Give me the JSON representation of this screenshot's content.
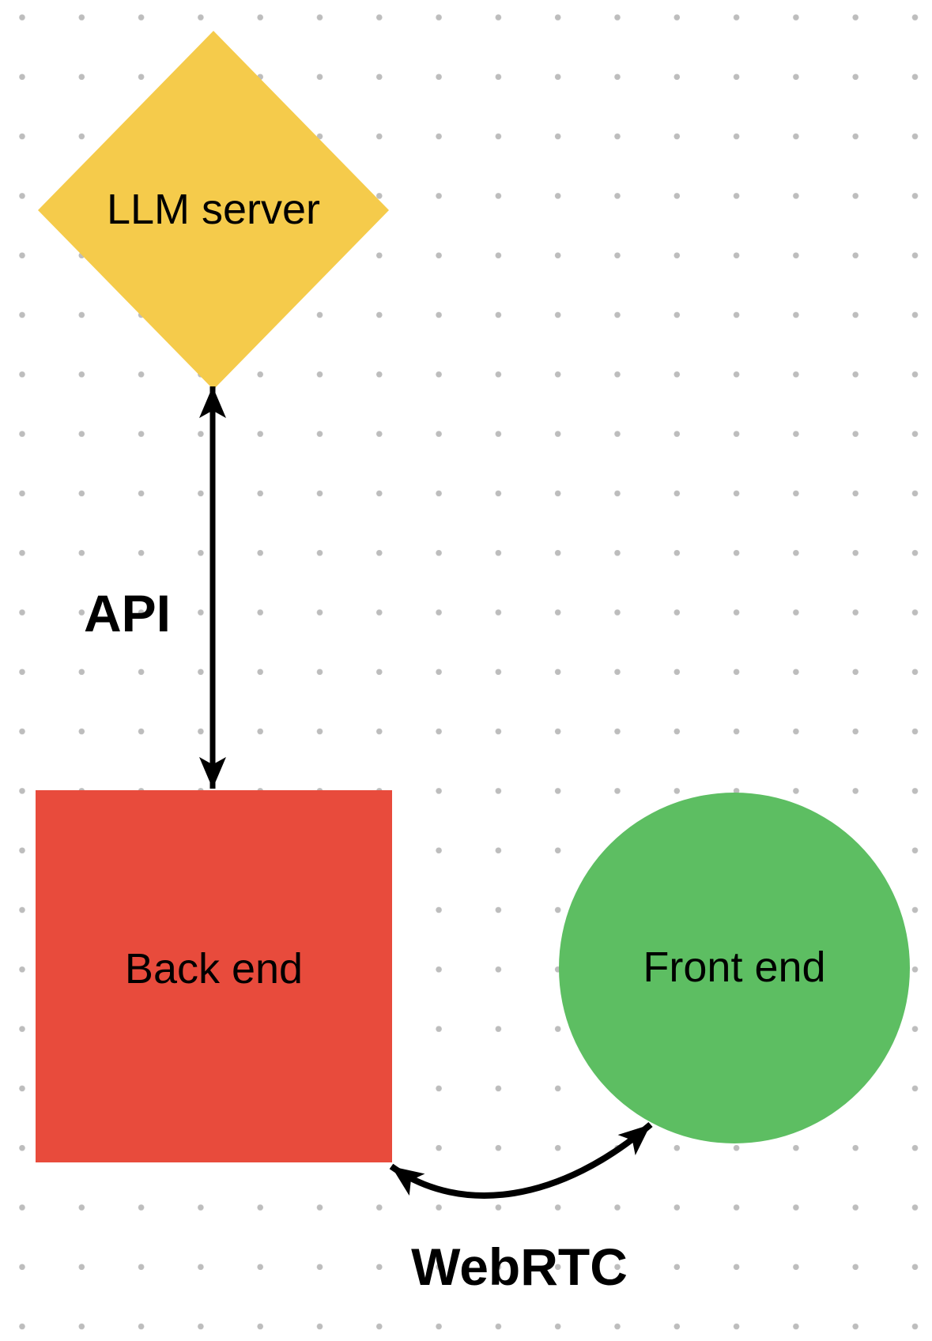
{
  "diagram": {
    "title": "",
    "nodes": [
      {
        "id": "llm-server",
        "shape": "diamond",
        "label": "LLM server",
        "fill": "#F5CB4B"
      },
      {
        "id": "back-end",
        "shape": "square",
        "label": "Back end",
        "fill": "#E84B3C"
      },
      {
        "id": "front-end",
        "shape": "circle",
        "label": "Front end",
        "fill": "#5DBE62"
      }
    ],
    "edges": [
      {
        "id": "api",
        "label": "API",
        "from": "llm-server",
        "to": "back-end",
        "direction": "bidirectional",
        "style": "straight"
      },
      {
        "id": "webrtc",
        "label": "WebRTC",
        "from": "back-end",
        "to": "front-end",
        "direction": "bidirectional",
        "style": "curved"
      }
    ]
  },
  "colors": {
    "background": "#FFFFFF",
    "dot": "#BDBDBD",
    "connector": "#000000",
    "text": "#000000"
  }
}
